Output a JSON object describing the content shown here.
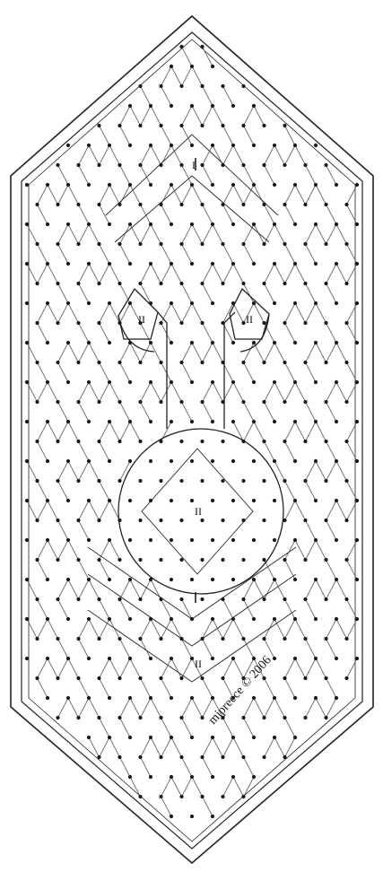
{
  "pattern": {
    "marks": [
      {
        "id": "mark-top-divider",
        "text": "I"
      },
      {
        "id": "mark-left-eye",
        "text": "II"
      },
      {
        "id": "mark-right-eye",
        "text": "II"
      },
      {
        "id": "mark-circle-center",
        "text": "II"
      },
      {
        "id": "mark-bottom-chevron",
        "text": "II"
      }
    ],
    "copyright": "mjpreece © 2006"
  },
  "colors": {
    "ink": "#111111",
    "thread": "#555555",
    "pin": "#1a1a1a",
    "background": "#ffffff"
  }
}
